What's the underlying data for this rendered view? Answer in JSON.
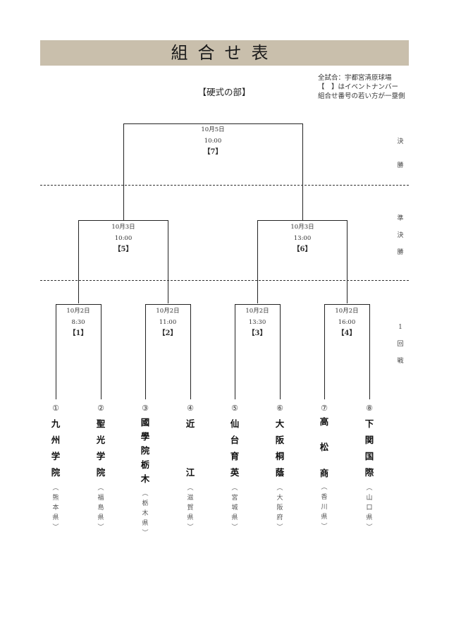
{
  "title": "組合せ表",
  "notes": [
    "全試合：宇都宮清原球場",
    "【　】はイベントナンバー",
    "組合せ番号の若い方が一塁側"
  ],
  "division": "【硬式の部】",
  "rounds": [
    {
      "label": [
        "決",
        "勝"
      ]
    },
    {
      "label": [
        "準",
        "決",
        "勝"
      ]
    },
    {
      "label": [
        "1",
        "回",
        "戦"
      ]
    }
  ],
  "matches": [
    {
      "date": "10月2日",
      "time": "8:30",
      "event": "【1】"
    },
    {
      "date": "10月2日",
      "time": "11:00",
      "event": "【2】"
    },
    {
      "date": "10月2日",
      "time": "13:30",
      "event": "【3】"
    },
    {
      "date": "10月2日",
      "time": "16:00",
      "event": "【4】"
    },
    {
      "date": "10月3日",
      "time": "10:00",
      "event": "【5】"
    },
    {
      "date": "10月3日",
      "time": "13:00",
      "event": "【6】"
    },
    {
      "date": "10月5日",
      "time": "10:00",
      "event": "【7】"
    }
  ],
  "teams": [
    {
      "num": "①",
      "name": [
        "九",
        "州",
        "学",
        "院"
      ],
      "pref": [
        "︵",
        "熊",
        "本",
        "県",
        "︶"
      ]
    },
    {
      "num": "②",
      "name": [
        "聖",
        "光",
        "学",
        "院"
      ],
      "pref": [
        "︵",
        "福",
        "島",
        "県",
        "︶"
      ]
    },
    {
      "num": "③",
      "name": [
        "國",
        "學",
        "院",
        "栃",
        "木"
      ],
      "pref": [
        "︵",
        "栃",
        "木",
        "県",
        "︶"
      ]
    },
    {
      "num": "④",
      "name": [
        "近",
        "",
        "",
        "江"
      ],
      "pref": [
        "︵",
        "滋",
        "賀",
        "県",
        "︶"
      ]
    },
    {
      "num": "⑤",
      "name": [
        "仙",
        "台",
        "育",
        "英"
      ],
      "pref": [
        "︵",
        "宮",
        "城",
        "県",
        "︶"
      ]
    },
    {
      "num": "⑥",
      "name": [
        "大",
        "阪",
        "桐",
        "蔭"
      ],
      "pref": [
        "︵",
        "大",
        "阪",
        "府",
        "︶"
      ]
    },
    {
      "num": "⑦",
      "name": [
        "高",
        "",
        "松",
        "",
        "商"
      ],
      "pref": [
        "︵",
        "香",
        "川",
        "県",
        "︶"
      ]
    },
    {
      "num": "⑧",
      "name": [
        "下",
        "関",
        "国",
        "際"
      ],
      "pref": [
        "︵",
        "山",
        "口",
        "県",
        "︶"
      ]
    }
  ]
}
